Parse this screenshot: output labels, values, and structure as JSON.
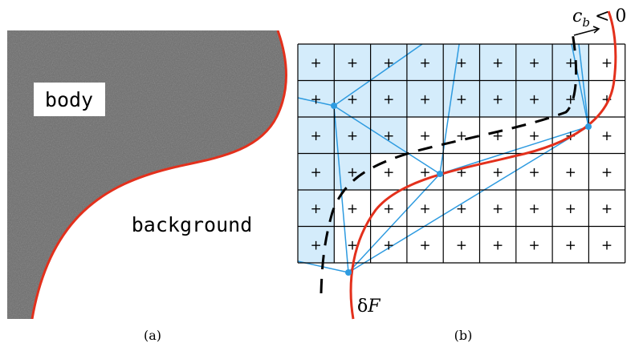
{
  "panel_a": {
    "caption": "(a)",
    "label_body": "body",
    "label_background": "background"
  },
  "panel_b": {
    "caption": "(b)",
    "grid_symbol": "+",
    "grid_cols": 9,
    "grid_rows": 6,
    "annotation_cb": {
      "base": "c",
      "subscript": "b",
      "relation": "< 0"
    },
    "annotation_dF": {
      "prefix": "δ",
      "symbol": "F"
    }
  },
  "colors": {
    "boundary_red": "#e3301c",
    "mesh_blue": "#2e9be0",
    "cell_fill_blue": "#d4ecfb",
    "grid_black": "#000000",
    "image_gray": "#6b6b6b"
  }
}
